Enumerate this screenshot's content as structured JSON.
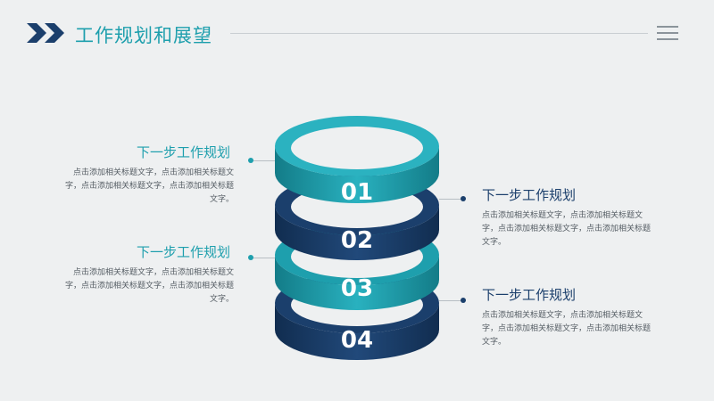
{
  "header": {
    "title": "工作规划和展望"
  },
  "icons": {
    "logo": "double-chevron-icon",
    "menu": "hamburger-menu-icon"
  },
  "colors": {
    "teal": "#1e9fad",
    "navy": "#1b3f6c",
    "background": "#eef0f1",
    "text": "#555d64"
  },
  "rings": [
    {
      "label": "01",
      "color": "teal"
    },
    {
      "label": "02",
      "color": "navy"
    },
    {
      "label": "03",
      "color": "teal"
    },
    {
      "label": "04",
      "color": "navy"
    }
  ],
  "blocks": [
    {
      "title": "下一步工作规划",
      "text": "点击添加相关标题文字，点击添加相关标题文字，点击添加相关标题文字，点击添加相关标题文字。",
      "side": "left",
      "color": "teal"
    },
    {
      "title": "下一步工作规划",
      "text": "点击添加相关标题文字，点击添加相关标题文字，点击添加相关标题文字，点击添加相关标题文字。",
      "side": "right",
      "color": "navy"
    },
    {
      "title": "下一步工作规划",
      "text": "点击添加相关标题文字，点击添加相关标题文字，点击添加相关标题文字，点击添加相关标题文字。",
      "side": "left",
      "color": "teal"
    },
    {
      "title": "下一步工作规划",
      "text": "点击添加相关标题文字，点击添加相关标题文字，点击添加相关标题文字，点击添加相关标题文字。",
      "side": "right",
      "color": "navy"
    }
  ]
}
